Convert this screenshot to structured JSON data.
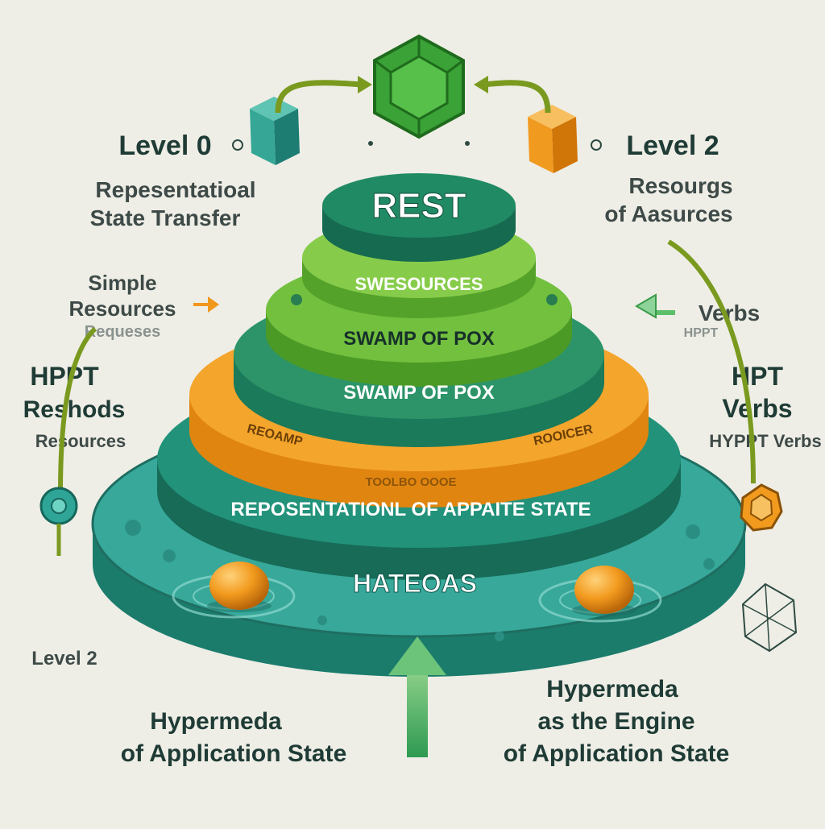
{
  "colors": {
    "background": "#eeeee6",
    "dark_green": "#1f7f62",
    "teal": "#2ea596",
    "lime": "#6cbc3a",
    "orange": "#f0981c",
    "text": "#1f3b35"
  },
  "pyramid": {
    "top": "REST",
    "tier2": "SWESOURCES",
    "tier3": "SWAMP OF POX",
    "tier4": "SWAMP OF POX",
    "orange_left": "REOAMP",
    "orange_right": "ROOICER",
    "orange_front": "TOOLBO OOOE",
    "base_ring": "REPOSENTATIONL OF  APPAITE STATE",
    "base": "HATEOAS"
  },
  "left_labels": {
    "level0": "Level 0",
    "rep_line1": "Repesentatioal",
    "rep_line2": "State Transfer",
    "simple": "Simple",
    "resources": "Resources",
    "requests": "Requeses",
    "hpt": "HPPT",
    "reshods": "Reshods",
    "resources2": "Resources",
    "level2_bottom": "Level 2",
    "hyper_line1": "Hypermeda",
    "hyper_line2": "of Application State"
  },
  "right_labels": {
    "level2": "Level 2",
    "resourgs_line1": "Resourgs",
    "resourgs_line2": "of  Aasurces",
    "verbs": "Verbs",
    "hppt_small": "HPPT",
    "hpt": "HPT",
    "verbs2": "Verbs",
    "hyppt_verbs": "HYPPT Verbs",
    "engine_line1": "Hypermeda",
    "engine_line2": "as the Engine",
    "engine_line3": "of Application State"
  }
}
